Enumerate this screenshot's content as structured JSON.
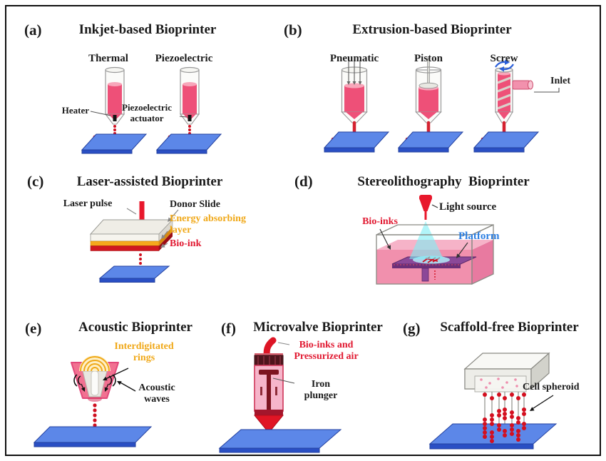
{
  "colors": {
    "bio_ink_pink": "#ee5078",
    "bio_ink_light": "#f8a6ba",
    "droplet_red": "#cf0f1f",
    "filament_red": "#d42230",
    "platform_blue": "#5c87e8",
    "platform_edge_blue": "#2a4fc4",
    "accent_orange": "#f0a818",
    "label_red": "#e11931",
    "label_blue": "#2a7de1",
    "light_cone_cyan": "#7deef5",
    "build_plate_purple": "#8b4898"
  },
  "panels": {
    "a": {
      "letter": "(a)",
      "title": "Inkjet-based Bioprinter",
      "variants": [
        "Thermal",
        "Piezoelectric"
      ],
      "labels": {
        "heater": "Heater",
        "actuator": "Piezoelectric actuator"
      }
    },
    "b": {
      "letter": "(b)",
      "title": "Extrusion-based Bioprinter",
      "variants": [
        "Pneumatic",
        "Piston",
        "Screw"
      ],
      "labels": {
        "inlet": "Inlet"
      }
    },
    "c": {
      "letter": "(c)",
      "title": "Laser-assisted Bioprinter",
      "labels": {
        "laser_pulse": "Laser pulse",
        "donor_slide": "Donor Slide",
        "energy_layer": "Energy absorbing layer",
        "bio_ink": "Bio-ink"
      }
    },
    "d": {
      "letter": "(d)",
      "title": "Stereolithography  Bioprinter",
      "labels": {
        "light_source": "Light source",
        "bio_inks": "Bio-inks",
        "platform": "Platform"
      }
    },
    "e": {
      "letter": "(e)",
      "title": "Acoustic Bioprinter",
      "labels": {
        "rings": "Interdigitated rings",
        "waves": "Acoustic waves"
      }
    },
    "f": {
      "letter": "(f)",
      "title": "Microvalve Bioprinter",
      "labels": {
        "bio_inks_air": "Bio-inks and Pressurized air",
        "plunger": "Iron plunger"
      }
    },
    "g": {
      "letter": "(g)",
      "title": "Scaffold-free Bioprinter",
      "labels": {
        "spheroid": "Cell spheroid"
      }
    }
  }
}
